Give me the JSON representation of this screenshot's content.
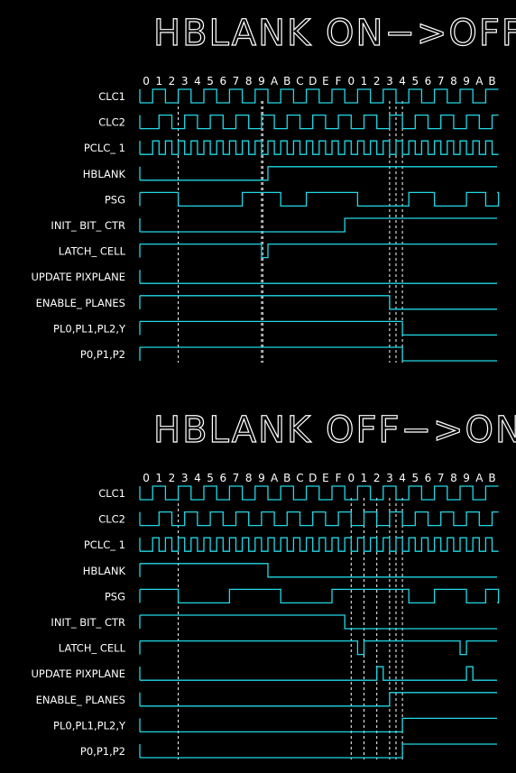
{
  "panels": [
    {
      "title": "HBLANK ON−>OFF",
      "ticks": [
        "0",
        "1",
        "2",
        "3",
        "4",
        "5",
        "6",
        "7",
        "8",
        "9",
        "A",
        "B",
        "C",
        "D",
        "E",
        "F",
        "0",
        "1",
        "2",
        "3",
        "4",
        "5",
        "6",
        "7",
        "8",
        "9",
        "A",
        "B"
      ],
      "guides": [
        3,
        9.5,
        9.6,
        19.5,
        20,
        20.5
      ],
      "signals": [
        {
          "name": "CLC1",
          "type": "clock",
          "period": 2,
          "start": 1
        },
        {
          "name": "CLC2",
          "type": "clock",
          "period": 2,
          "start": 1,
          "phase": 1
        },
        {
          "name": "PCLC_ 1",
          "type": "clock",
          "period": 1,
          "start": 1
        },
        {
          "name": "HBLANK",
          "type": "wave",
          "init": 0,
          "edges": [
            10
          ]
        },
        {
          "name": "PSG",
          "type": "wave",
          "init": 1,
          "edges": [
            3,
            8,
            11,
            13,
            17,
            21,
            23,
            25.5,
            27,
            28
          ]
        },
        {
          "name": "INIT_ BIT_ CTR",
          "type": "wave",
          "init": 0,
          "edges": [
            16
          ]
        },
        {
          "name": "LATCH_ CELL",
          "type": "wave",
          "init": 1,
          "edges": [
            9.5,
            10
          ]
        },
        {
          "name": "UPDATE PIXPLANE",
          "type": "wave",
          "init": 0,
          "edges": []
        },
        {
          "name": "ENABLE_ PLANES",
          "type": "wave",
          "init": 1,
          "edges": [
            19.5
          ]
        },
        {
          "name": "PL0,PL1,PL2,Y",
          "type": "wave",
          "init": 1,
          "edges": [
            20.5
          ]
        },
        {
          "name": "P0,P1,P2",
          "type": "wave",
          "init": 1,
          "edges": [
            20.5
          ]
        }
      ]
    },
    {
      "title": "HBLANK OFF−>ON",
      "ticks": [
        "0",
        "1",
        "2",
        "3",
        "4",
        "5",
        "6",
        "7",
        "8",
        "9",
        "A",
        "B",
        "C",
        "D",
        "E",
        "F",
        "0",
        "1",
        "2",
        "3",
        "4",
        "5",
        "6",
        "7",
        "8",
        "9",
        "A",
        "B"
      ],
      "guides": [
        3,
        16.5,
        17.5,
        18.5,
        19.5,
        20,
        20.5
      ],
      "signals": [
        {
          "name": "CLC1",
          "type": "clock",
          "period": 2,
          "start": 1
        },
        {
          "name": "CLC2",
          "type": "clock",
          "period": 2,
          "start": 1,
          "phase": 1
        },
        {
          "name": "PCLC_ 1",
          "type": "clock",
          "period": 1,
          "start": 1
        },
        {
          "name": "HBLANK",
          "type": "wave",
          "init": 1,
          "edges": [
            10
          ]
        },
        {
          "name": "PSG",
          "type": "wave",
          "init": 1,
          "edges": [
            3,
            7,
            11,
            15,
            21,
            23,
            25.5,
            27,
            28
          ]
        },
        {
          "name": "INIT_ BIT_ CTR",
          "type": "wave",
          "init": 1,
          "edges": [
            16
          ]
        },
        {
          "name": "LATCH_ CELL",
          "type": "wave",
          "init": 1,
          "edges": [
            17,
            17.5,
            25,
            25.5
          ]
        },
        {
          "name": "UPDATE PIXPLANE",
          "type": "wave",
          "init": 0,
          "edges": [
            18.5,
            19,
            25.5,
            26
          ]
        },
        {
          "name": "ENABLE_ PLANES",
          "type": "wave",
          "init": 0,
          "edges": [
            19.5
          ]
        },
        {
          "name": "PL0,PL1,PL2,Y",
          "type": "wave",
          "init": 0,
          "edges": [
            20.5
          ]
        },
        {
          "name": "P0,P1,P2",
          "type": "wave",
          "init": 0,
          "edges": [
            20.5
          ]
        }
      ]
    }
  ]
}
